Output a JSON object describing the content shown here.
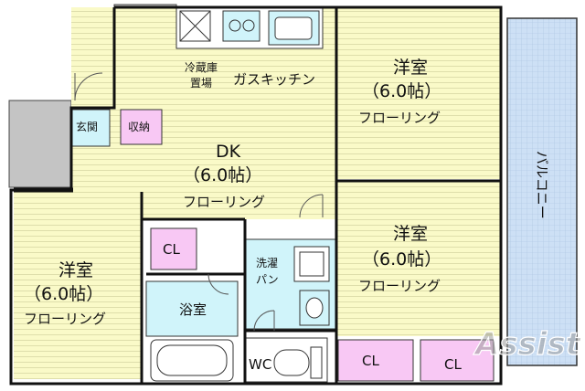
{
  "plan": {
    "colors": {
      "room": "#fafac8",
      "tatami_line": "#cfcf9a",
      "closet": "#f8c8f4",
      "bath": "#d0f4fa",
      "balcony": "#cde0f5",
      "grey": "#c4c4c4",
      "wall": "#111111"
    },
    "rooms": {
      "dk_kitchen_label": "ガスキッチン",
      "fridge_label_1": "冷蔵庫",
      "fridge_label_2": "置場",
      "dk_name": "DK",
      "dk_size": "（6.0帖）",
      "dk_floor": "フローリング",
      "nw_name": "洋室",
      "nw_size": "（6.0帖）",
      "nw_floor": "フローリング",
      "se_name": "洋室",
      "se_size": "（6.0帖）",
      "se_floor": "フローリング",
      "w_name": "洋室",
      "w_size": "（6.0帖）",
      "w_floor": "フローリング",
      "entrance": "玄関",
      "storage": "収納",
      "cl_center": "CL",
      "cl_bottom_1": "CL",
      "cl_bottom_2": "CL",
      "laundry_1": "洗濯",
      "laundry_2": "パン",
      "bath": "浴室",
      "wc": "WC",
      "balcony": "バルコニー"
    },
    "watermark": "Assist"
  }
}
